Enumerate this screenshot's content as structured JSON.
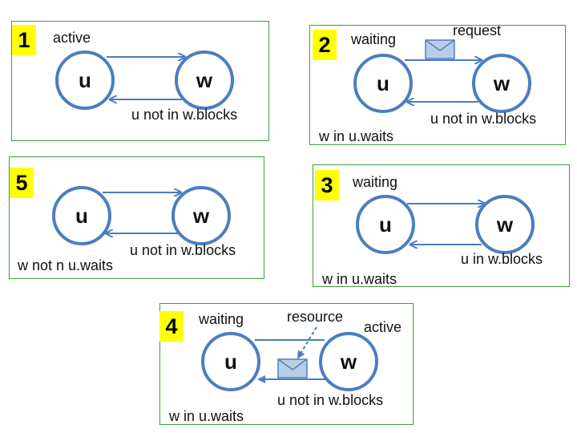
{
  "colors": {
    "panel_border": "#3f9b3f",
    "badge": "#ffff00",
    "node": "#4a7ec1"
  },
  "panels": {
    "p1": {
      "number": "1",
      "u": "u",
      "w": "w",
      "state_u": "active",
      "blocks": "u not in w.blocks"
    },
    "p2": {
      "number": "2",
      "u": "u",
      "w": "w",
      "state_u": "waiting",
      "message": "request",
      "blocks": "u not in w.blocks",
      "waits": "w in u.waits"
    },
    "p5": {
      "number": "5",
      "u": "u",
      "w": "w",
      "blocks": "u not in w.blocks",
      "waits": "w not n u.waits"
    },
    "p3": {
      "number": "3",
      "u": "u",
      "w": "w",
      "state_u": "waiting",
      "blocks": "u in w.blocks",
      "waits": "w in u.waits"
    },
    "p4": {
      "number": "4",
      "u": "u",
      "w": "w",
      "state_u": "waiting",
      "state_w": "active",
      "message": "resource",
      "blocks": "u not in w.blocks",
      "waits": "w in u.waits"
    }
  }
}
